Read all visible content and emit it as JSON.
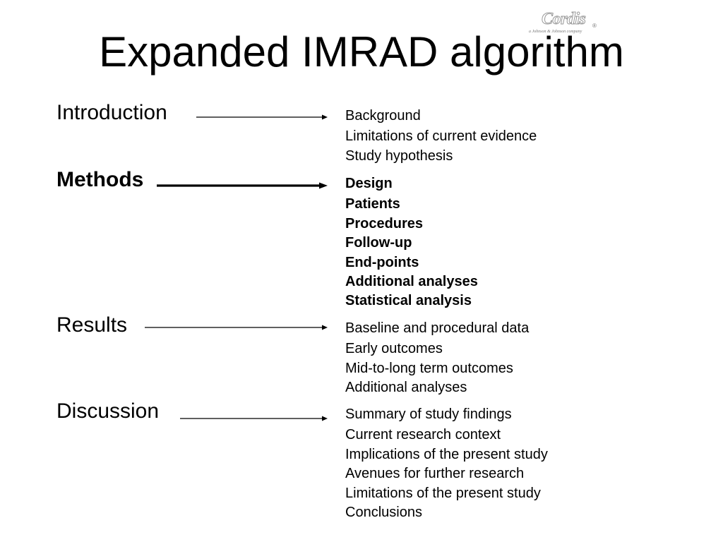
{
  "title": "Expanded IMRAD algorithm",
  "logo": {
    "name": "Cordis",
    "registered": "®",
    "tagline": "a Johnson & Johnson company"
  },
  "sections": [
    {
      "label": "Introduction",
      "emphasis": false,
      "items": [
        "Background",
        "Limitations of current evidence",
        "Study hypothesis"
      ]
    },
    {
      "label": "Methods",
      "emphasis": true,
      "items": [
        "Design",
        "Patients",
        "Procedures",
        "Follow-up",
        "End-points",
        "Additional analyses",
        "Statistical analysis"
      ]
    },
    {
      "label": "Results",
      "emphasis": false,
      "items": [
        "Baseline and procedural data",
        "Early outcomes",
        "Mid-to-long term outcomes",
        "Additional analyses"
      ]
    },
    {
      "label": "Discussion",
      "emphasis": false,
      "items": [
        "Summary of study findings",
        "Current research context",
        "Implications of the present study",
        "Avenues for further research",
        "Limitations of the present study",
        "Conclusions"
      ]
    }
  ]
}
